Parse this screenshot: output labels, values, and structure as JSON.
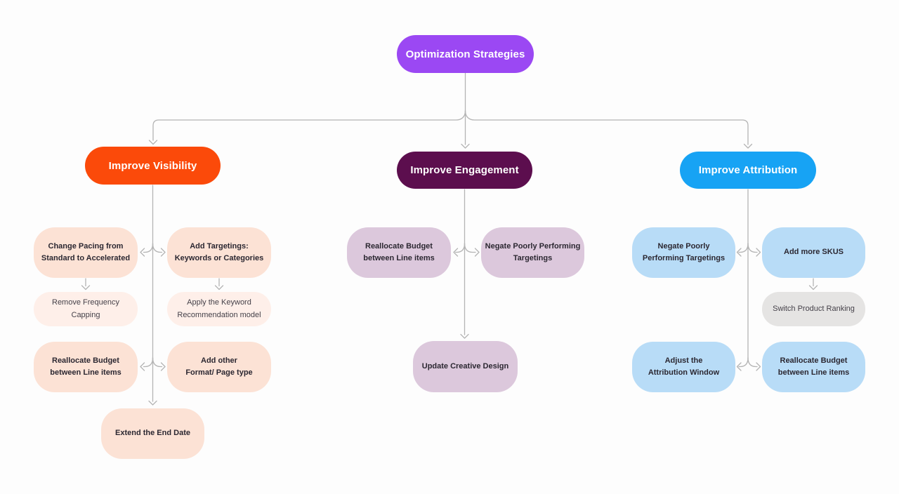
{
  "palette": {
    "background": "#FDFDFD",
    "connector": "#B4B4B4",
    "root": "#9B48F3",
    "visibility": "#FB4A0A",
    "engagement": "#5C0E4E",
    "attribution": "#17A3F4",
    "visibility_child": "#FCE2D5",
    "visibility_child_secondary": "#FEEFE9",
    "engagement_child": "#DCC8DC",
    "attribution_child": "#B8DCF7",
    "neutral_child": "#E5E4E3"
  },
  "root": {
    "label": "Optimization Strategies"
  },
  "branches": {
    "visibility": {
      "label": "Improve Visibility",
      "children": {
        "change_pacing": {
          "label": "Change Pacing from\nStandard to Accelerated"
        },
        "add_targetings": {
          "label": "Add Targetings:\nKeywords or Categories"
        },
        "remove_frequency_capping": {
          "label": "Remove Frequency Capping"
        },
        "apply_keyword_model": {
          "label": "Apply the Keyword\nRecommendation model"
        },
        "reallocate_budget": {
          "label": "Reallocate Budget\nbetween Line items"
        },
        "add_other_format": {
          "label": "Add other\nFormat/ Page type"
        },
        "extend_end_date": {
          "label": "Extend the End Date"
        }
      }
    },
    "engagement": {
      "label": "Improve Engagement",
      "children": {
        "reallocate_budget": {
          "label": "Reallocate Budget\nbetween Line items"
        },
        "negate_targetings": {
          "label": "Negate Poorly Performing\nTargetings"
        },
        "update_creative_design": {
          "label": "Update Creative Design"
        }
      }
    },
    "attribution": {
      "label": "Improve Attribution",
      "children": {
        "negate_targetings": {
          "label": "Negate Poorly\nPerforming Targetings"
        },
        "add_more_skus": {
          "label": "Add more SKUS"
        },
        "switch_product_ranking": {
          "label": "Switch Product Ranking"
        },
        "adjust_attribution_window": {
          "label": "Adjust the\nAttribution Window"
        },
        "reallocate_budget": {
          "label": "Reallocate Budget\nbetween Line items"
        }
      }
    }
  }
}
